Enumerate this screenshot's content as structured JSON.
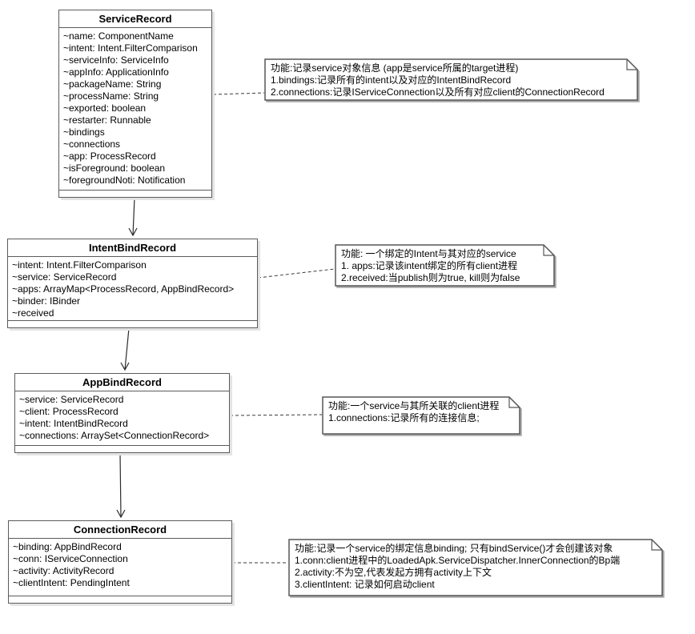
{
  "diagram": {
    "classes": [
      {
        "name": "ServiceRecord",
        "attributes": [
          "~name: ComponentName",
          "~intent: Intent.FilterComparison",
          "~serviceInfo: ServiceInfo",
          "~appInfo: ApplicationInfo",
          "~packageName: String",
          "~processName: String",
          "~exported: boolean",
          "~restarter: Runnable",
          "~bindings",
          "~connections",
          "~app: ProcessRecord",
          "~isForeground: boolean",
          "~foregroundNoti: Notification"
        ]
      },
      {
        "name": "IntentBindRecord",
        "attributes": [
          "~intent: Intent.FilterComparison",
          "~service: ServiceRecord",
          "~apps: ArrayMap<ProcessRecord, AppBindRecord>",
          "~binder: IBinder",
          "~received"
        ]
      },
      {
        "name": "AppBindRecord",
        "attributes": [
          "~service: ServiceRecord",
          "~client: ProcessRecord",
          "~intent: IntentBindRecord",
          "~connections: ArraySet<ConnectionRecord>"
        ]
      },
      {
        "name": "ConnectionRecord",
        "attributes": [
          "~binding: AppBindRecord",
          "~conn: IServiceConnection",
          "~activity: ActivityRecord",
          "~clientIntent: PendingIntent"
        ]
      }
    ],
    "notes": [
      {
        "attached_to": "ServiceRecord",
        "lines": [
          "功能:记录service对象信息 (app是service所属的target进程)",
          "1.bindings:记录所有的intent以及对应的IntentBindRecord",
          "2.connections:记录IServiceConnection以及所有对应client的ConnectionRecord"
        ]
      },
      {
        "attached_to": "IntentBindRecord",
        "lines": [
          "功能: 一个绑定的Intent与其对应的service",
          "1. apps:记录该intent绑定的所有client进程",
          "2.received:当publish则为true, kill则为false"
        ]
      },
      {
        "attached_to": "AppBindRecord",
        "lines": [
          "功能:一个service与其所关联的client进程",
          "1.connections:记录所有的连接信息;"
        ]
      },
      {
        "attached_to": "ConnectionRecord",
        "lines": [
          "功能:记录一个service的绑定信息binding; 只有bindService()才会创建该对象",
          "1.conn:client进程中的LoadedApk.ServiceDispatcher.InnerConnection的Bp端",
          "2.activity:不为空,代表发起方拥有activity上下文",
          "3.clientIntent: 记录如何启动client"
        ]
      }
    ],
    "relations": [
      {
        "from": "ServiceRecord",
        "to": "IntentBindRecord",
        "type": "arrow"
      },
      {
        "from": "IntentBindRecord",
        "to": "AppBindRecord",
        "type": "arrow"
      },
      {
        "from": "AppBindRecord",
        "to": "ConnectionRecord",
        "type": "arrow"
      },
      {
        "from": "ServiceRecord",
        "to": "note-1",
        "type": "dashed"
      },
      {
        "from": "IntentBindRecord",
        "to": "note-2",
        "type": "dashed"
      },
      {
        "from": "AppBindRecord",
        "to": "note-3",
        "type": "dashed"
      },
      {
        "from": "ConnectionRecord",
        "to": "note-4",
        "type": "dashed"
      }
    ],
    "colors": {
      "background": "#ffffff",
      "class_border": "#5b5b5b",
      "class_shadow": "#e4e4e4",
      "note_border": "#575757",
      "note_shadow": "#a8a8a8",
      "text": "#000000"
    }
  }
}
